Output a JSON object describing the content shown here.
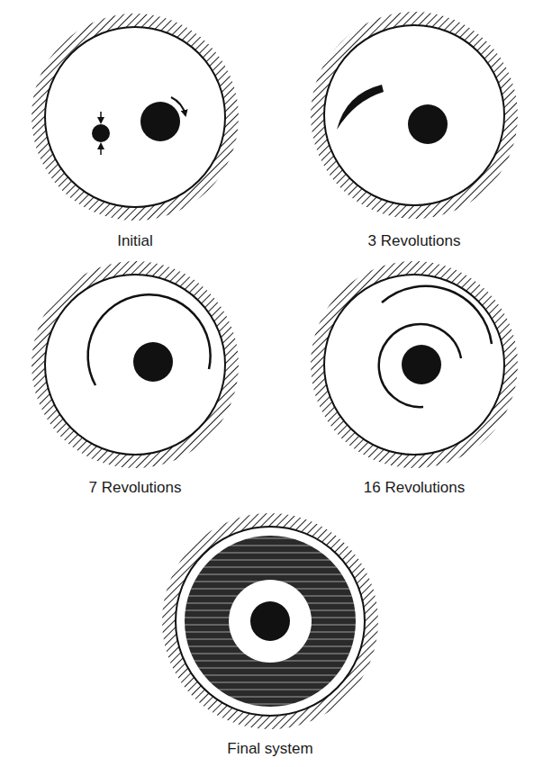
{
  "diagram": {
    "labels": [
      "Initial",
      "3 Revolutions",
      "7 Revolutions",
      "16 Revolutions",
      "Final system"
    ]
  }
}
